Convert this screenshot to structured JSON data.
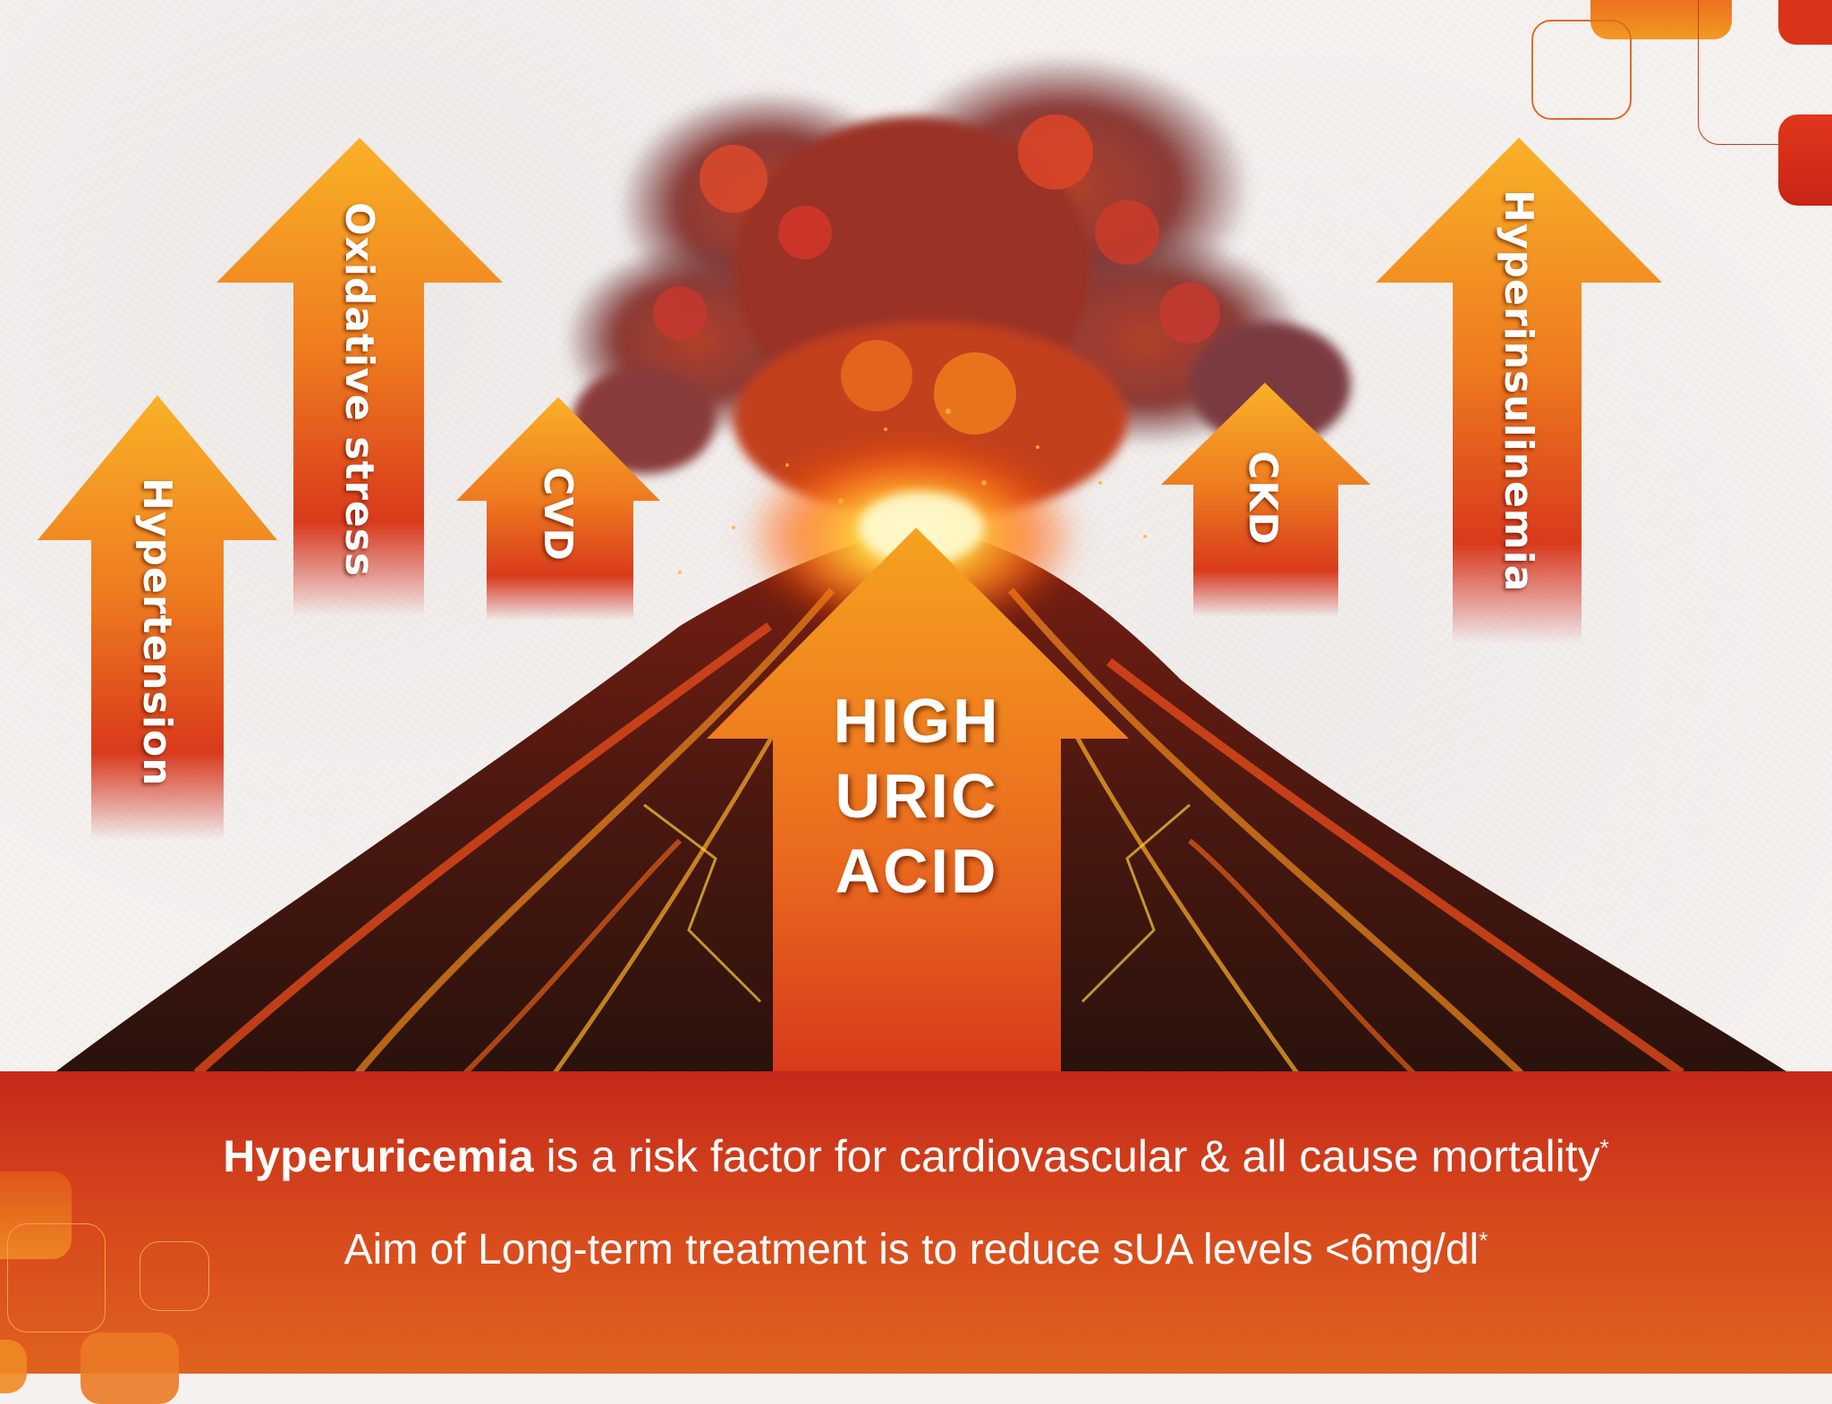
{
  "arrows": {
    "hypertension": "Hypertension",
    "oxidative_stress": "Oxidative stress",
    "cvd": "CVD",
    "ckd": "CKD",
    "hyperinsulinemia": "Hyperinsulinemia"
  },
  "center_arrow": {
    "line1": "HIGH",
    "line2": "URIC",
    "line3": "ACID"
  },
  "banner": {
    "line1_bold": "Hyperuricemia",
    "line1_rest": " is a risk factor for cardiovascular & all cause mortality",
    "line1_mark": "*",
    "line2_text": "Aim of Long-term treatment is to reduce sUA levels <6mg/dl",
    "line2_mark": "*"
  },
  "colors": {
    "arrow_top": "#f7a61e",
    "arrow_bottom": "#d4261c",
    "banner_top": "#c4291a",
    "banner_bottom": "#e0621f"
  }
}
